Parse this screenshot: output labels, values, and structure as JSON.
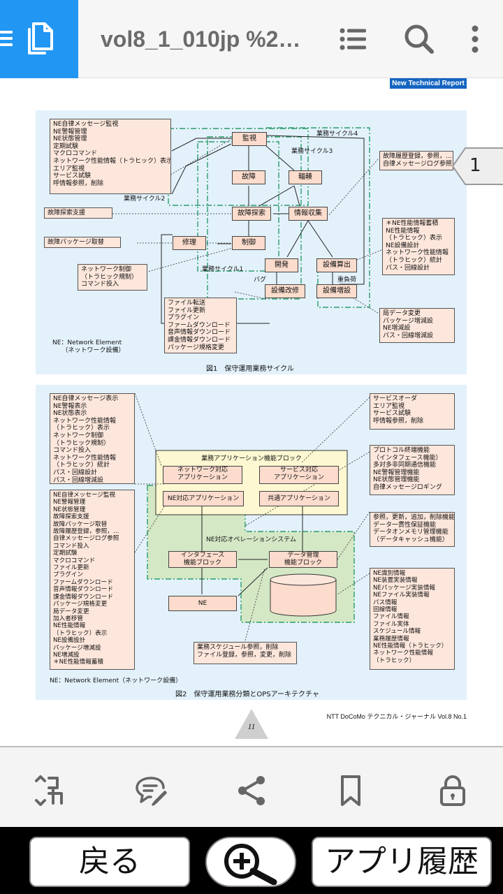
{
  "app": {
    "title": "vol8_1_010jp %2…",
    "current_page": "1",
    "accent_color": "#2196f3"
  },
  "toolbar": {
    "icons": [
      "document-icon",
      "list-icon",
      "search-icon",
      "more-vert-icon"
    ]
  },
  "page": {
    "header_badge": "New Technical Report",
    "page_number": "11",
    "footer": "NTT DoCoMo テクニカル・ジャーナル Vol.8 No.1"
  },
  "fig1": {
    "caption": "図1　保守運用業務サイクル",
    "note": "NE：Network Element\n　　（ネットワーク設備）",
    "boxes": {
      "monitor_list": "NE自律メッセージ監視\nNE警報管理\nNE状態管理\n定期試験\nマクロコマンド\nネットワーク性能情報（トラヒック）表示\nエリア監視\nサービス試験\n呼情報参照，削除",
      "fault_support": "故障探索支援",
      "fault_package": "故障パッケージ取替",
      "network_control": "ネットワーク制御\n（トラヒック規制）\nコマンド投入",
      "file_list": "ファイル転送\nファイル更新\nプラグイン\nファームダウンロード\n音声情報ダウンロード\n課金情報ダウンロード\nパッケージ規格変更",
      "history_ref": "故障履歴登録，参照，…\n自律メッセージログ参照",
      "perf_list": "＊NE性能情報蓄積\nNE性能情報\n（トラヒック）表示\nNE設備設計\nネットワーク性能情報\n（トラヒック）統計\nパス・回線設計",
      "station_list": "局データ変更\nパッケージ増減設\nNE増減設\nパス・回線増減設"
    },
    "nodes": {
      "monitor": "監視",
      "fault": "故障",
      "congestion": "輻輳",
      "fault_search": "故障探索",
      "info_collect": "情報収集",
      "repair": "修理",
      "control": "制御",
      "develop": "開発",
      "capacity_calc": "設備算出",
      "equip_modify": "設備改修",
      "equip_add": "設備増設"
    },
    "labels": {
      "cycle1": "業務サイクル1",
      "cycle2": "業務サイクル2",
      "cycle3": "業務サイクル3",
      "cycle4": "業務サイクル4",
      "bug": "バグ",
      "overload": "重負荷"
    }
  },
  "fig2": {
    "caption": "図2　保守運用業務分類とOPSアーキテクチャ",
    "note": "NE：Network Element（ネットワーク設備）",
    "boxes": {
      "left_top": "NE自律メッセージ表示\nNE警報表示\nNE状態表示\nネットワーク性能情報\n（トラヒック）表示\nネットワーク制御\n（トラヒック規制）\nコマンド投入\nネットワーク性能情報\n（トラヒック）統計\nパス・回線設計\nパス・回線増減設",
      "left_bottom": "NE自律メッセージ監視\nNE警報管理\nNE状態管理\n故障探索支援\n故障パッケージ取替\n故障履歴登録，参照，…\n自律メッセージログ参照\nコマンド投入\n定期試験\nマクロコマンド\nファイル更新\nプラグイン\nファームダウンロード\n音声情報ダウンロード\n課金情報ダウンロード\nパッケージ規格変更\n局データ変更\n加入者移管\nNE性能情報\n（トラヒック）表示\nNE設備設計\nパッケージ増減設\nNE増減設\n＊NE性能情報蓄積",
      "right_1": "サービスオーダ\nエリア監視\nサービス試験\n呼情報参照，削除",
      "right_2": "プロトコル終端機能\n（インタフェース機能）\n多対多非同期通信機能\nNE警報管理機能\nNE状態管理機能\n自律メッセージロギング",
      "right_3": "参照，更新，追加，削除機能\nデータ一貫性保証機能\nデータオンメモリ管理機能\n（データキャッシュ機能）",
      "right_4": "NE識別情報\nNE装置実装情報\nNEパッケージ実装情報\nNEファイル実装情報\nパス情報\n回線情報\nファイル情報\nファイル実体\nスケジュール情報\n業務履歴情報\nNE性能情報（トラヒック）\nネットワーク性能情報\n（トラヒック）",
      "schedule": "業務スケジュール参照，削除\nファイル登録，参照，変更，削除"
    },
    "nodes": {
      "app_block": "業務アプリケーション機能ブロック",
      "network_app": "ネットワーク対応\nアプリケーション",
      "service_app": "サービス対応\nアプリケーション",
      "ne_app": "NE対応アプリケーション",
      "common_app": "共通アプリケーション",
      "ne_os": "NE対応オペレーションシステム",
      "interface_block": "インタフェース\n機能ブロック",
      "data_block": "データ管理\n機能ブロック",
      "ne": "NE"
    }
  },
  "bottom_toolbar": {
    "icons": [
      "crop-icon",
      "comment-icon",
      "share-icon",
      "bookmark-icon",
      "lock-icon"
    ]
  },
  "system_nav": {
    "back": "戻る",
    "zoom_icon": "zoom-in-icon",
    "app_history": "アプリ履歴"
  }
}
